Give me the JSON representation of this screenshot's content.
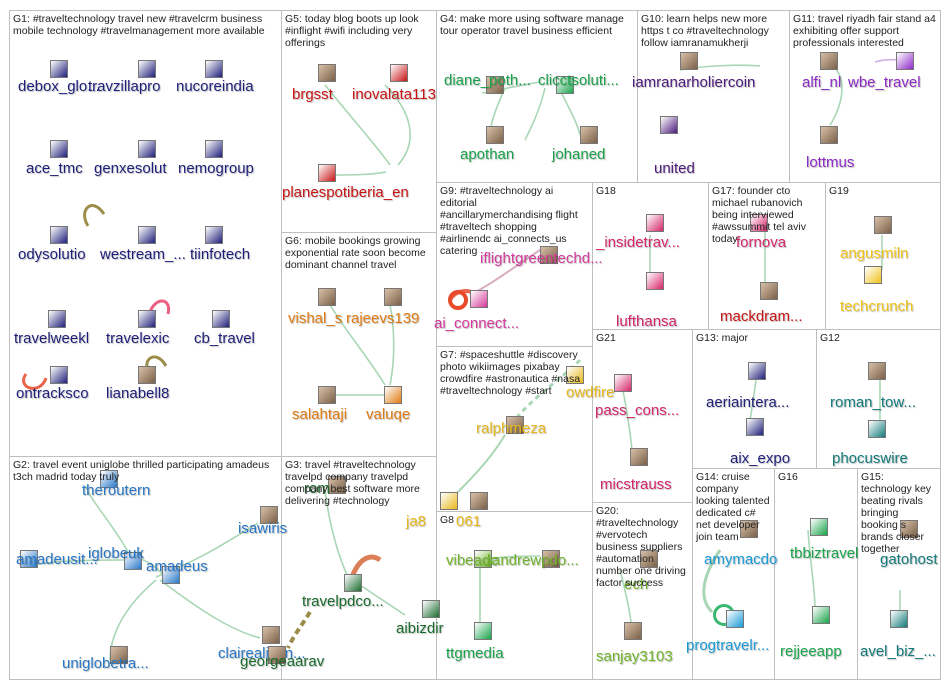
{
  "colors": {
    "g1": "#1f1f7a",
    "g2": "#2878c8",
    "g3": "#1a6b2e",
    "g4": "#19a34a",
    "g5": "#c81414",
    "g6": "#e07b12",
    "g7": "#e8b81a",
    "g9": "#d63a9a",
    "g10": "#4b1a7a",
    "g11": "#8e2ac8",
    "g12": "#137a7a",
    "g14": "#1a9ad6",
    "g18": "#d6266b",
    "g19": "#f0c31a",
    "g20": "#6eb42a"
  },
  "panels": [
    {
      "id": "G1",
      "title": "G1: #traveltechnology travel new #travelcrm business mobile technology #travelmanagement more available"
    },
    {
      "id": "G2",
      "title": "G2: travel event uniglobe thrilled participating amadeus t3ch madrid today truly"
    },
    {
      "id": "G3",
      "title": "G3: travel #traveltechnology travelpd company travelpd company best software more delivering #technology"
    },
    {
      "id": "G4",
      "title": "G4: make more using software manage tour operator travel business efficient"
    },
    {
      "id": "G5",
      "title": "G5: today blog boots up look #inflight #wifi including very offerings"
    },
    {
      "id": "G6",
      "title": "G6: mobile bookings growing exponential rate soon become dominant channel travel"
    },
    {
      "id": "G7",
      "title": "G7: #spaceshuttle #discovery photo wikiimages pixabay crowdfire #astronautica #nasa #traveltechnology #start"
    },
    {
      "id": "G8",
      "title": "G8"
    },
    {
      "id": "G9",
      "title": "G9: #traveltechnology ai editorial #ancillarymerchandising flight #traveltech shopping #airlinendc ai_connects_us catering"
    },
    {
      "id": "G10",
      "title": "G10: learn helps new more https t co #traveltechnology follow iamranamukherji"
    },
    {
      "id": "G11",
      "title": "G11: travel riyadh fair stand a4 exhibiting offer support professionals interested"
    },
    {
      "id": "G12",
      "title": "G12"
    },
    {
      "id": "G13",
      "title": "G13: major"
    },
    {
      "id": "G14",
      "title": "G14: cruise company looking talented dedicated c# net developer join team"
    },
    {
      "id": "G15",
      "title": "G15: technology key beating rivals bringing booking s brands closer together"
    },
    {
      "id": "G16",
      "title": "G16"
    },
    {
      "id": "G17",
      "title": "G17: founder cto michael rubanovich being interviewed #awssummit tel aviv today"
    },
    {
      "id": "G18",
      "title": "G18"
    },
    {
      "id": "G19",
      "title": "G19"
    },
    {
      "id": "G20",
      "title": "G20: #traveltechnology #vervotech business suppliers #automation number one driving factor success"
    },
    {
      "id": "G21",
      "title": "G21"
    }
  ],
  "nodes": [
    {
      "id": "debox",
      "label": "debox_glo...",
      "group": "g1",
      "icon": "logo-avatar"
    },
    {
      "id": "travzilla",
      "label": "travzillapro",
      "group": "g1",
      "icon": "logo-avatar"
    },
    {
      "id": "nucore",
      "label": "nucoreindia",
      "group": "g1",
      "icon": "logo-avatar"
    },
    {
      "id": "ace",
      "label": "ace_tmc",
      "group": "g1",
      "icon": "logo-avatar"
    },
    {
      "id": "genxe",
      "label": "genxesolut",
      "group": "g1",
      "icon": "logo-avatar"
    },
    {
      "id": "nemo",
      "label": "nemogroup",
      "group": "g1",
      "icon": "logo-avatar"
    },
    {
      "id": "odys",
      "label": "odysolutio",
      "group": "g1",
      "icon": "logo-avatar"
    },
    {
      "id": "westream",
      "label": "westream_...",
      "group": "g1",
      "icon": "logo-avatar"
    },
    {
      "id": "tiinfo",
      "label": "tiinfotech",
      "group": "g1",
      "icon": "logo-avatar"
    },
    {
      "id": "tweekly",
      "label": "travelweekl",
      "group": "g1",
      "icon": "logo-avatar"
    },
    {
      "id": "travelexic",
      "label": "travelexic",
      "group": "g1",
      "icon": "logo-avatar"
    },
    {
      "id": "cbtravel",
      "label": "cb_travel",
      "group": "g1",
      "icon": "logo-avatar"
    },
    {
      "id": "ontrack",
      "label": "ontracksco",
      "group": "g1",
      "icon": "logo-avatar"
    },
    {
      "id": "liana",
      "label": "lianabell8",
      "group": "g1",
      "icon": "photo-avatar"
    },
    {
      "id": "therou",
      "label": "theroutern",
      "group": "g2",
      "icon": "logo-avatar"
    },
    {
      "id": "isawiris",
      "label": "isawiris",
      "group": "g2",
      "icon": "photo-avatar"
    },
    {
      "id": "amadeusit",
      "label": "amadeusit...",
      "group": "g2",
      "icon": "logo-avatar"
    },
    {
      "id": "iglobeuk",
      "label": "iglobeuk",
      "group": "g2",
      "icon": "logo-avatar"
    },
    {
      "id": "amadeus",
      "label": "amadeus",
      "group": "g2",
      "icon": "logo-avatar"
    },
    {
      "id": "uniglobe",
      "label": "uniglobetra...",
      "group": "g2",
      "icon": "photo-avatar"
    },
    {
      "id": "claire",
      "label": "clairealison...",
      "group": "g2",
      "icon": "photo-avatar"
    },
    {
      "id": "georgea",
      "label": "georgeaarav",
      "group": "g3",
      "icon": "photo-avatar"
    },
    {
      "id": "rome",
      "label": "rom",
      "group": "g3",
      "icon": "photo-avatar"
    },
    {
      "id": "travelpdco",
      "label": "travelpdco...",
      "group": "g3",
      "icon": "logo-avatar"
    },
    {
      "id": "aibizdir",
      "label": "aibizdir",
      "group": "g3",
      "icon": "logo-avatar"
    },
    {
      "id": "dianep",
      "label": "diane_poth...",
      "group": "g4",
      "icon": "photo-avatar"
    },
    {
      "id": "clicct",
      "label": "clicctsoluti...",
      "group": "g4",
      "icon": "logo-avatar"
    },
    {
      "id": "apothan",
      "label": "apothan",
      "group": "g4",
      "icon": "photo-avatar"
    },
    {
      "id": "johaned",
      "label": "johaned",
      "group": "g4",
      "icon": "photo-avatar"
    },
    {
      "id": "brgsst",
      "label": "brgsst",
      "group": "g5",
      "icon": "photo-avatar"
    },
    {
      "id": "inovalata",
      "label": "inovalata113",
      "group": "g5",
      "icon": "logo-avatar"
    },
    {
      "id": "planesp",
      "label": "planespotiberia_en",
      "group": "g5",
      "icon": "logo-avatar"
    },
    {
      "id": "vishal",
      "label": "vishal_s",
      "group": "g6",
      "icon": "photo-avatar"
    },
    {
      "id": "rajeev",
      "label": "rajeevs139",
      "group": "g6",
      "icon": "photo-avatar"
    },
    {
      "id": "salahtaji",
      "label": "salahtaji",
      "group": "g6",
      "icon": "photo-avatar"
    },
    {
      "id": "valuqe",
      "label": "valuqe",
      "group": "g6",
      "icon": "logo-avatar"
    },
    {
      "id": "ralphmeza",
      "label": "ralphmeza",
      "group": "g7",
      "icon": "photo-avatar"
    },
    {
      "id": "crowdfire",
      "label": "owdfire",
      "group": "g7",
      "icon": "logo-avatar"
    },
    {
      "id": "ja8",
      "label": "ja8",
      "group": "g7",
      "icon": "logo-avatar"
    },
    {
      "id": "g8p",
      "label": "061",
      "group": "g7",
      "icon": "photo-avatar"
    },
    {
      "id": "flights",
      "label": "iflightgreentechd...",
      "group": "g9",
      "icon": "photo-avatar"
    },
    {
      "id": "aiconnect",
      "label": "ai_connect...",
      "group": "g9",
      "icon": "logo-avatar"
    },
    {
      "id": "iamrana",
      "label": "iamranarholiercoin",
      "group": "g10",
      "icon": "photo-avatar"
    },
    {
      "id": "united",
      "label": "united",
      "group": "g10",
      "icon": "logo-avatar"
    },
    {
      "id": "alfi",
      "label": "alfi_nl",
      "group": "g11",
      "icon": "photo-avatar"
    },
    {
      "id": "wbe",
      "label": "wbe_travel",
      "group": "g11",
      "icon": "logo-avatar"
    },
    {
      "id": "lottmus",
      "label": "lottmus",
      "group": "g11",
      "icon": "photo-avatar"
    },
    {
      "id": "vibeadc",
      "label": "vibeadc",
      "group": "g20",
      "icon": "logo-avatar"
    },
    {
      "id": "andrewpdo",
      "label": "andrewpdo...",
      "group": "g20",
      "icon": "photo-avatar"
    },
    {
      "id": "ttgmedia",
      "label": "ttgmedia",
      "group": "g4",
      "icon": "logo-avatar"
    },
    {
      "id": "insidetrav",
      "label": "_insidetrav...",
      "group": "g18",
      "icon": "logo-avatar"
    },
    {
      "id": "lufthansa",
      "label": "lufthansa",
      "group": "g18",
      "icon": "logo-avatar"
    },
    {
      "id": "fornova",
      "label": "fornova",
      "group": "g18",
      "icon": "logo-avatar"
    },
    {
      "id": "mackdram",
      "label": "mackdram...",
      "group": "g5",
      "icon": "photo-avatar"
    },
    {
      "id": "angusmiln",
      "label": "angusmiln",
      "group": "g19",
      "icon": "photo-avatar"
    },
    {
      "id": "techcrunch",
      "label": "techcrunch",
      "group": "g19",
      "icon": "logo-avatar"
    },
    {
      "id": "passcons",
      "label": "pass_cons...",
      "group": "g18",
      "icon": "logo-avatar"
    },
    {
      "id": "micstrauss",
      "label": "micstrauss",
      "group": "g18",
      "icon": "photo-avatar"
    },
    {
      "id": "aeria",
      "label": "aeriaintera...",
      "group": "g1",
      "icon": "logo-avatar"
    },
    {
      "id": "aixexpo",
      "label": "aix_expo",
      "group": "g1",
      "icon": "logo-avatar"
    },
    {
      "id": "romantow",
      "label": "roman_tow...",
      "group": "g12",
      "icon": "photo-avatar"
    },
    {
      "id": "phocus",
      "label": "phocuswire",
      "group": "g12",
      "icon": "logo-avatar"
    },
    {
      "id": "sanjay",
      "label": "sanjay3103",
      "group": "g20",
      "icon": "photo-avatar"
    },
    {
      "id": "ech",
      "label": "ech",
      "group": "g20",
      "icon": "photo-avatar"
    },
    {
      "id": "amymac",
      "label": "amymacdo",
      "group": "g14",
      "icon": "photo-avatar"
    },
    {
      "id": "progtravel",
      "label": "progtravelr...",
      "group": "g14",
      "icon": "logo-avatar"
    },
    {
      "id": "tbbiz",
      "label": "tbbiztravel",
      "group": "g4",
      "icon": "logo-avatar"
    },
    {
      "id": "rejjee",
      "label": "rejjeeapp",
      "group": "g4",
      "icon": "logo-avatar"
    },
    {
      "id": "gatohost",
      "label": "gatohost",
      "group": "g12",
      "icon": "photo-avatar"
    },
    {
      "id": "travelbiz",
      "label": "avel_biz_...",
      "group": "g12",
      "icon": "logo-avatar"
    }
  ]
}
